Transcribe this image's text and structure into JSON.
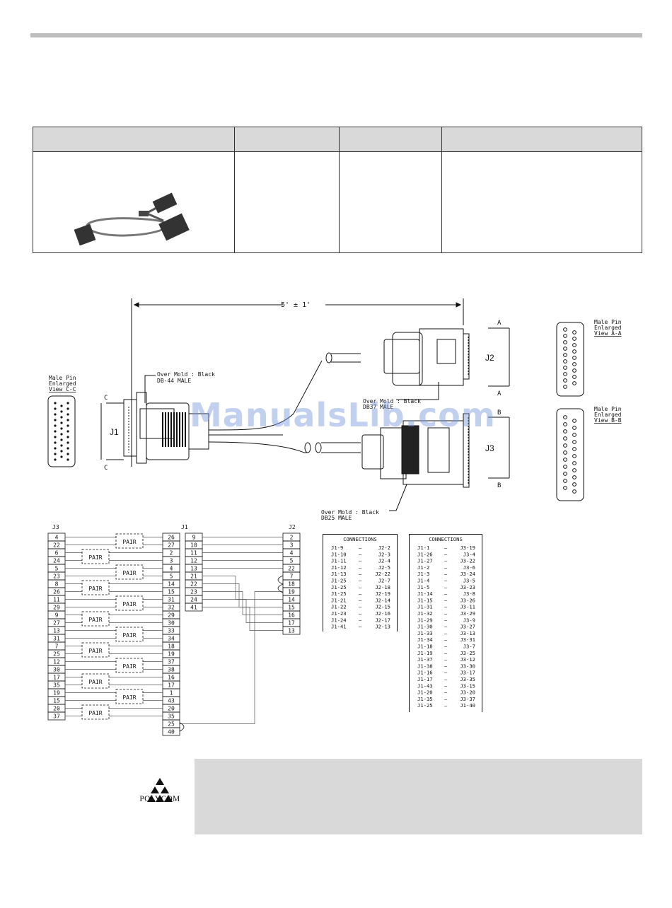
{
  "diagram": {
    "length_label": "5' ± 1'",
    "j1_label": "J1",
    "j2_label": "J2",
    "j3_label": "J3",
    "section_c": "C",
    "section_a": "A",
    "section_b": "B",
    "overmold_db44_line1": "Over Mold : Black",
    "overmold_db44_line2": "DB-44 MALE",
    "overmold_db37_line1": "Over Mold : Black",
    "overmold_db37_line2": "DB37 MALE",
    "overmold_db25_line1": "Over Mold : Black",
    "overmold_db25_line2": "DB25 MALE",
    "view_cc": [
      "Male Pin",
      "Enlarged",
      "View C-C"
    ],
    "view_aa": [
      "Male Pin",
      "Enlarged",
      "View A-A"
    ],
    "view_bb": [
      "Male Pin",
      "Enlarged",
      "View B-B"
    ]
  },
  "wiring": {
    "j3_header": "J3",
    "j1_header": "J1",
    "j2_header": "J2",
    "pair_label": "PAIR",
    "j3_pins": [
      "4",
      "22",
      "6",
      "24",
      "5",
      "23",
      "8",
      "26",
      "11",
      "29",
      "9",
      "27",
      "13",
      "31",
      "7",
      "25",
      "12",
      "30",
      "17",
      "35",
      "19",
      "15",
      "20",
      "37"
    ],
    "j1_left_pins": [
      "26",
      "27",
      "2",
      "3",
      "4",
      "5",
      "14",
      "15",
      "31",
      "32",
      "29",
      "30",
      "33",
      "34",
      "18",
      "19",
      "37",
      "38",
      "16",
      "17",
      "1",
      "43",
      "20",
      "35",
      "25",
      "40"
    ],
    "j1_right_pins": [
      "9",
      "10",
      "11",
      "12",
      "13",
      "21",
      "22",
      "23",
      "24",
      "41"
    ],
    "j2_pins": [
      "2",
      "3",
      "4",
      "5",
      "22",
      "7",
      "18",
      "19",
      "14",
      "15",
      "16",
      "17",
      "13"
    ]
  },
  "connections_j2": {
    "title": "CONNECTIONS",
    "rows": [
      [
        "J1-9",
        "J2-2"
      ],
      [
        "J1-10",
        "J2-3"
      ],
      [
        "J1-11",
        "J2-4"
      ],
      [
        "J1-12",
        "J2-5"
      ],
      [
        "J1-13",
        "J2-22"
      ],
      [
        "J1-25",
        "J2-7"
      ],
      [
        "J1-25",
        "J2-18"
      ],
      [
        "J1-25",
        "J2-19"
      ],
      [
        "J1-21",
        "J2-14"
      ],
      [
        "J1-22",
        "J2-15"
      ],
      [
        "J1-23",
        "J2-16"
      ],
      [
        "J1-24",
        "J2-17"
      ],
      [
        "J1-41",
        "J2-13"
      ]
    ]
  },
  "connections_j3": {
    "title": "CONNECTIONS",
    "rows": [
      [
        "J1-1",
        "J3-19"
      ],
      [
        "J1-26",
        "J3-4"
      ],
      [
        "J1-27",
        "J3-22"
      ],
      [
        "J1-2",
        "J3-6"
      ],
      [
        "J1-3",
        "J3-24"
      ],
      [
        "J1-4",
        "J3-5"
      ],
      [
        "J1-5",
        "J3-23"
      ],
      [
        "J1-14",
        "J3-8"
      ],
      [
        "J1-15",
        "J3-26"
      ],
      [
        "J1-31",
        "J3-11"
      ],
      [
        "J1-32",
        "J3-29"
      ],
      [
        "J1-29",
        "J3-9"
      ],
      [
        "J1-30",
        "J3-27"
      ],
      [
        "J1-33",
        "J3-13"
      ],
      [
        "J1-34",
        "J3-31"
      ],
      [
        "J1-18",
        "J3-7"
      ],
      [
        "J1-19",
        "J3-25"
      ],
      [
        "J1-37",
        "J3-12"
      ],
      [
        "J1-38",
        "J3-30"
      ],
      [
        "J1-16",
        "J3-17"
      ],
      [
        "J1-17",
        "J3-35"
      ],
      [
        "J1-43",
        "J3-15"
      ],
      [
        "J1-20",
        "J3-20"
      ],
      [
        "J1-35",
        "J3-37"
      ],
      [
        "J1-25",
        "J1-40"
      ]
    ]
  },
  "logo": {
    "brand": "POLYCOM"
  },
  "watermark": "ManualsLib.com"
}
